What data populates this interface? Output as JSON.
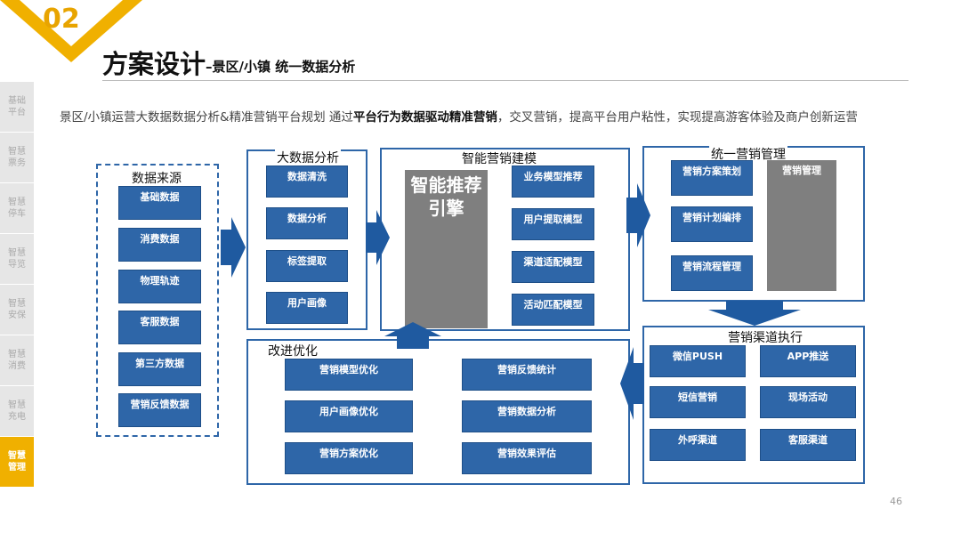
{
  "badge": {
    "number": "02"
  },
  "title": {
    "main": "方案设计",
    "sub": "–景区/小镇 统一数据分析"
  },
  "nav": [
    {
      "label": "基础平台",
      "active": false
    },
    {
      "label": "智慧票务",
      "active": false
    },
    {
      "label": "智慧停车",
      "active": false
    },
    {
      "label": "智慧导览",
      "active": false
    },
    {
      "label": "智慧安保",
      "active": false
    },
    {
      "label": "智慧消费",
      "active": false
    },
    {
      "label": "智慧充电",
      "active": false
    },
    {
      "label": "智慧管理",
      "active": true
    }
  ],
  "intro": {
    "part1": "景区/小镇运营大数据数据分析&精准营销平台规划 通过",
    "bold": "平台行为数据驱动精准营销",
    "part2": "，交叉营销，提高平台用户粘性，实现提高游客体验及商户创新运营"
  },
  "sources": {
    "title": "数据来源",
    "items": [
      "基础数据",
      "消费数据",
      "物理轨迹",
      "客服数据",
      "第三方数据",
      "营销反馈数据"
    ]
  },
  "bigdata": {
    "title": "大数据分析",
    "items": [
      "数据清洗",
      "数据分析",
      "标签提取",
      "用户画像"
    ]
  },
  "modeling": {
    "title": "智能营销建模",
    "engine": "智能推荐引擎",
    "items": [
      "业务模型推荐",
      "用户提取模型",
      "渠道适配模型",
      "活动匹配模型"
    ]
  },
  "management": {
    "title": "统一营销管理",
    "items": [
      "营销方案策划",
      "营销计划编排",
      "营销流程管理"
    ],
    "side": "营销管理"
  },
  "channels": {
    "title": "营销渠道执行",
    "items": [
      "微信PUSH",
      "APP推送",
      "短信营销",
      "现场活动",
      "外呼渠道",
      "客服渠道"
    ]
  },
  "optimize": {
    "title": "改进优化",
    "items": [
      "营销模型优化",
      "营销反馈统计",
      "用户画像优化",
      "营销数据分析",
      "营销方案优化",
      "营销效果评估"
    ]
  },
  "page_number": "46",
  "colors": {
    "accent": "#f0b000",
    "box_blue": "#2e66a8",
    "engine_gray": "#7f7f7f",
    "arrow_blue": "#1f5aa0"
  }
}
